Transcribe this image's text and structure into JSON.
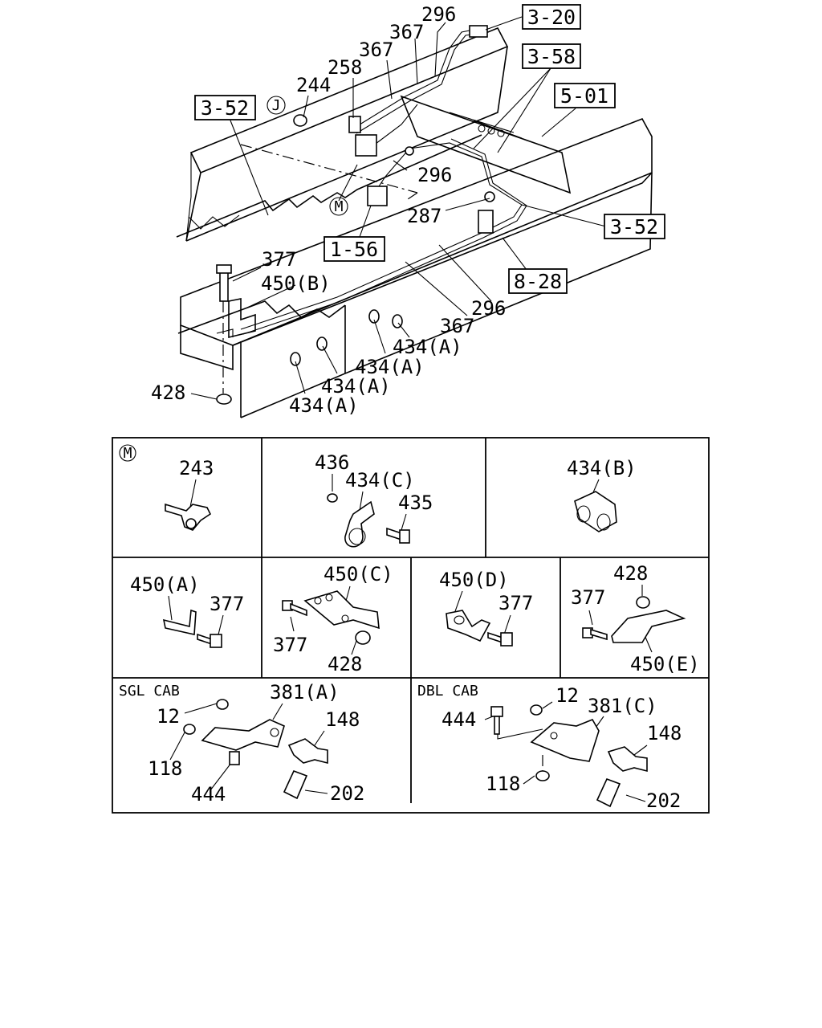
{
  "top_diagram": {
    "ref_boxes": {
      "r320": "3-20",
      "r358": "3-58",
      "r501": "5-01",
      "r352a": "3-52",
      "r352b": "3-52",
      "r156": "1-56",
      "r828": "8-28"
    },
    "circle_labels": {
      "j": "J",
      "m": "M"
    },
    "callouts": {
      "c296a": "296",
      "c367a": "367",
      "c367b": "367",
      "c258": "258",
      "c244": "244",
      "c296b": "296",
      "c287": "287",
      "c377": "377",
      "c450b": "450(B)",
      "c296c": "296",
      "c367c": "367",
      "c434a1": "434(A)",
      "c434a2": "434(A)",
      "c434a3": "434(A)",
      "c434a4": "434(A)",
      "c428": "428"
    }
  },
  "detail_grid": {
    "cell_m": {
      "marker": "M",
      "p243": "243"
    },
    "cell_434c": {
      "p436": "436",
      "p434c": "434(C)",
      "p435": "435"
    },
    "cell_434b": {
      "p434b": "434(B)"
    },
    "cell_450a": {
      "p450a": "450(A)",
      "p377": "377"
    },
    "cell_450c": {
      "p450c": "450(C)",
      "p377": "377",
      "p428": "428"
    },
    "cell_450d": {
      "p450d": "450(D)",
      "p377": "377"
    },
    "cell_450e": {
      "p428": "428",
      "p377": "377",
      "p450e": "450(E)"
    },
    "sgl_cab": {
      "title": "SGL CAB",
      "p381a": "381(A)",
      "p12": "12",
      "p148": "148",
      "p118": "118",
      "p444": "444",
      "p202": "202"
    },
    "dbl_cab": {
      "title": "DBL CAB",
      "p12": "12",
      "p444": "444",
      "p381c": "381(C)",
      "p148": "148",
      "p118": "118",
      "p202": "202"
    }
  }
}
